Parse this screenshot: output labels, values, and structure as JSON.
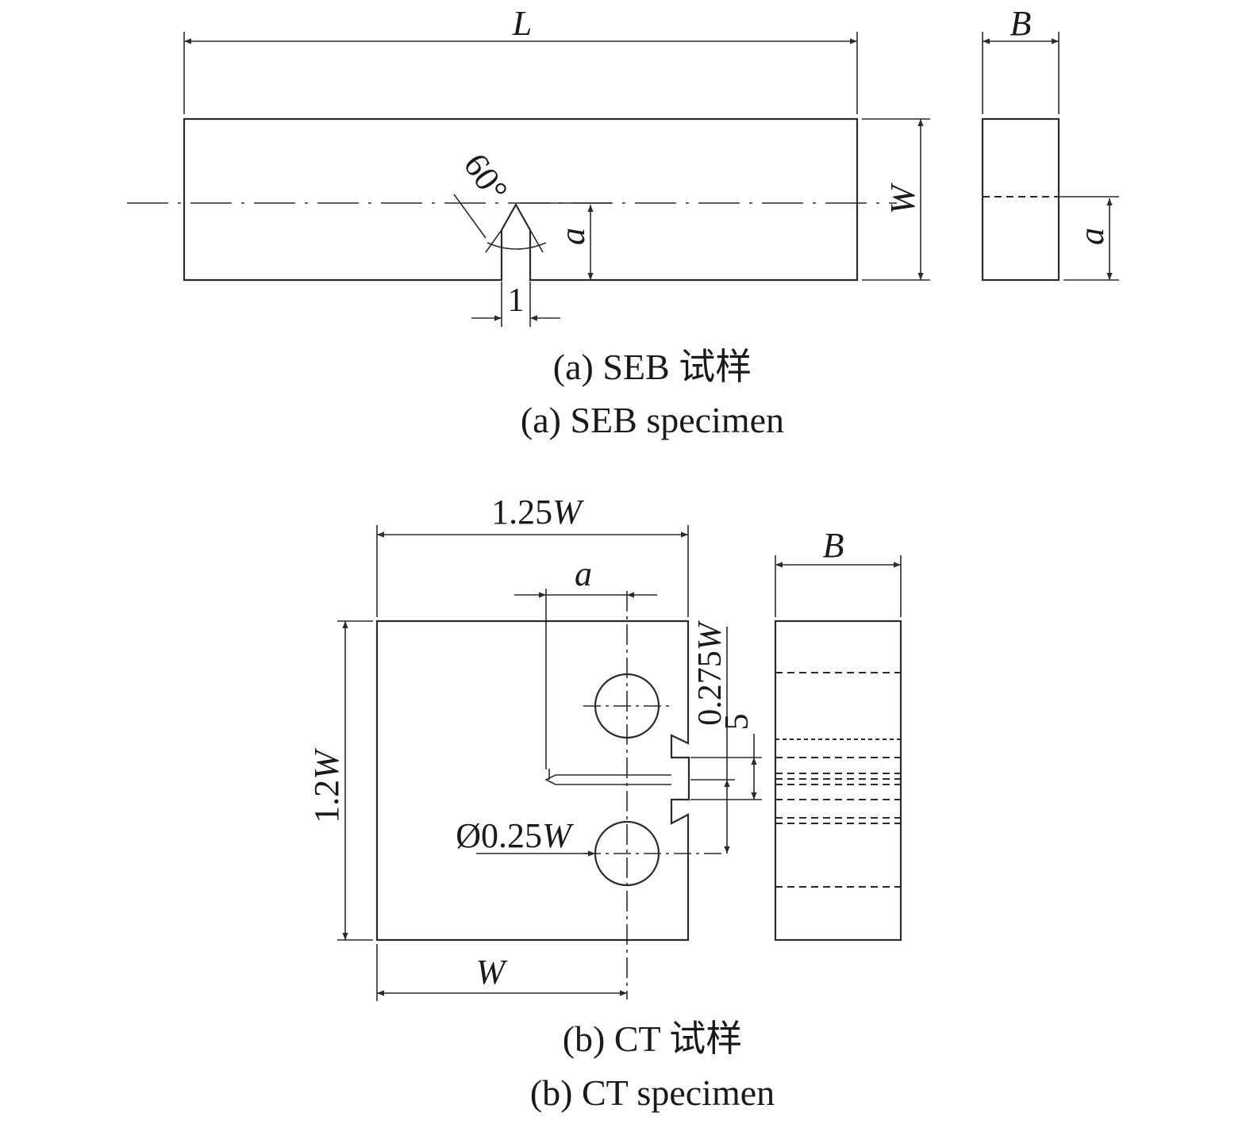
{
  "seb": {
    "dims": {
      "length": "L",
      "thickness": "B",
      "width": "W",
      "crack": "a",
      "crack_side": "a",
      "angle": "60°",
      "notch_width": "1"
    },
    "caption_cn": "(a) SEB 试样",
    "caption_en": "(a) SEB specimen"
  },
  "ct": {
    "dims": {
      "overall_width_num": "1.25",
      "overall_width_var": "W",
      "crack": "a",
      "height_num": "1.2",
      "height_var": "W",
      "hole_offset_num": "0.275",
      "hole_offset_var": "W",
      "notch": "5",
      "hole_dia_num": "Ø0.25",
      "hole_dia_var": "W",
      "width": "W",
      "thickness": "B"
    },
    "caption_cn": "(b) CT 试样",
    "caption_en": "(b) CT specimen"
  }
}
